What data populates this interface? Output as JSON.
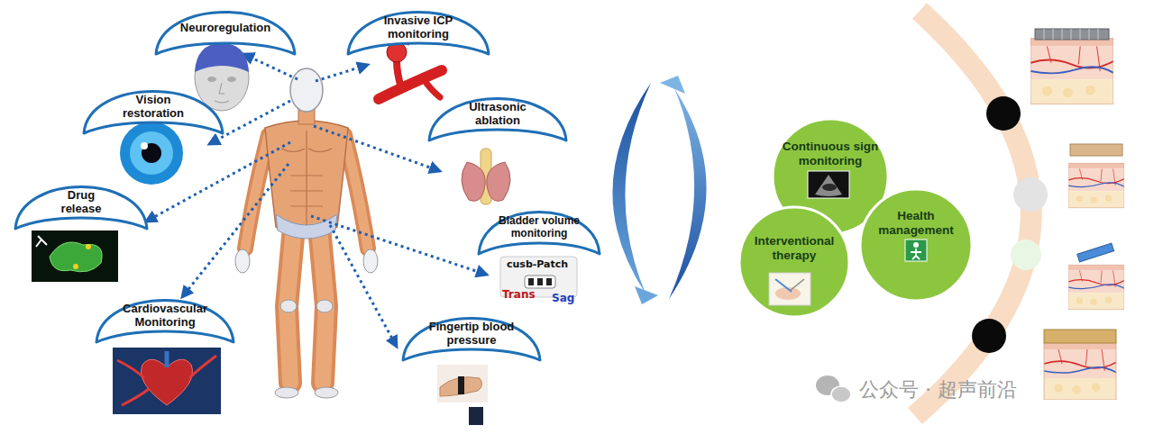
{
  "diagram": {
    "nodes": [
      {
        "text": [
          "Neuroregulation"
        ]
      },
      {
        "text": [
          "Invasive ICP monitoring"
        ]
      },
      {
        "text": [
          "Vision restoration"
        ]
      },
      {
        "text": [
          "Ultrasonic ablation"
        ]
      },
      {
        "text": [
          "Drug release"
        ]
      },
      {
        "text": [
          "Bladder volume monitoring"
        ]
      },
      {
        "text": [
          "Cardiovascular Monitoring"
        ]
      },
      {
        "text": [
          "Fingertip blood pressure"
        ]
      },
      {
        "text": [
          "Continuous sign monitoring"
        ]
      },
      {
        "text": [
          "Health management"
        ]
      },
      {
        "text": [
          "Interventional therapy"
        ]
      }
    ],
    "labels": [
      "cusb-Patch",
      "Trans",
      "Sag",
      "公众号 · 超声前沿"
    ]
  }
}
